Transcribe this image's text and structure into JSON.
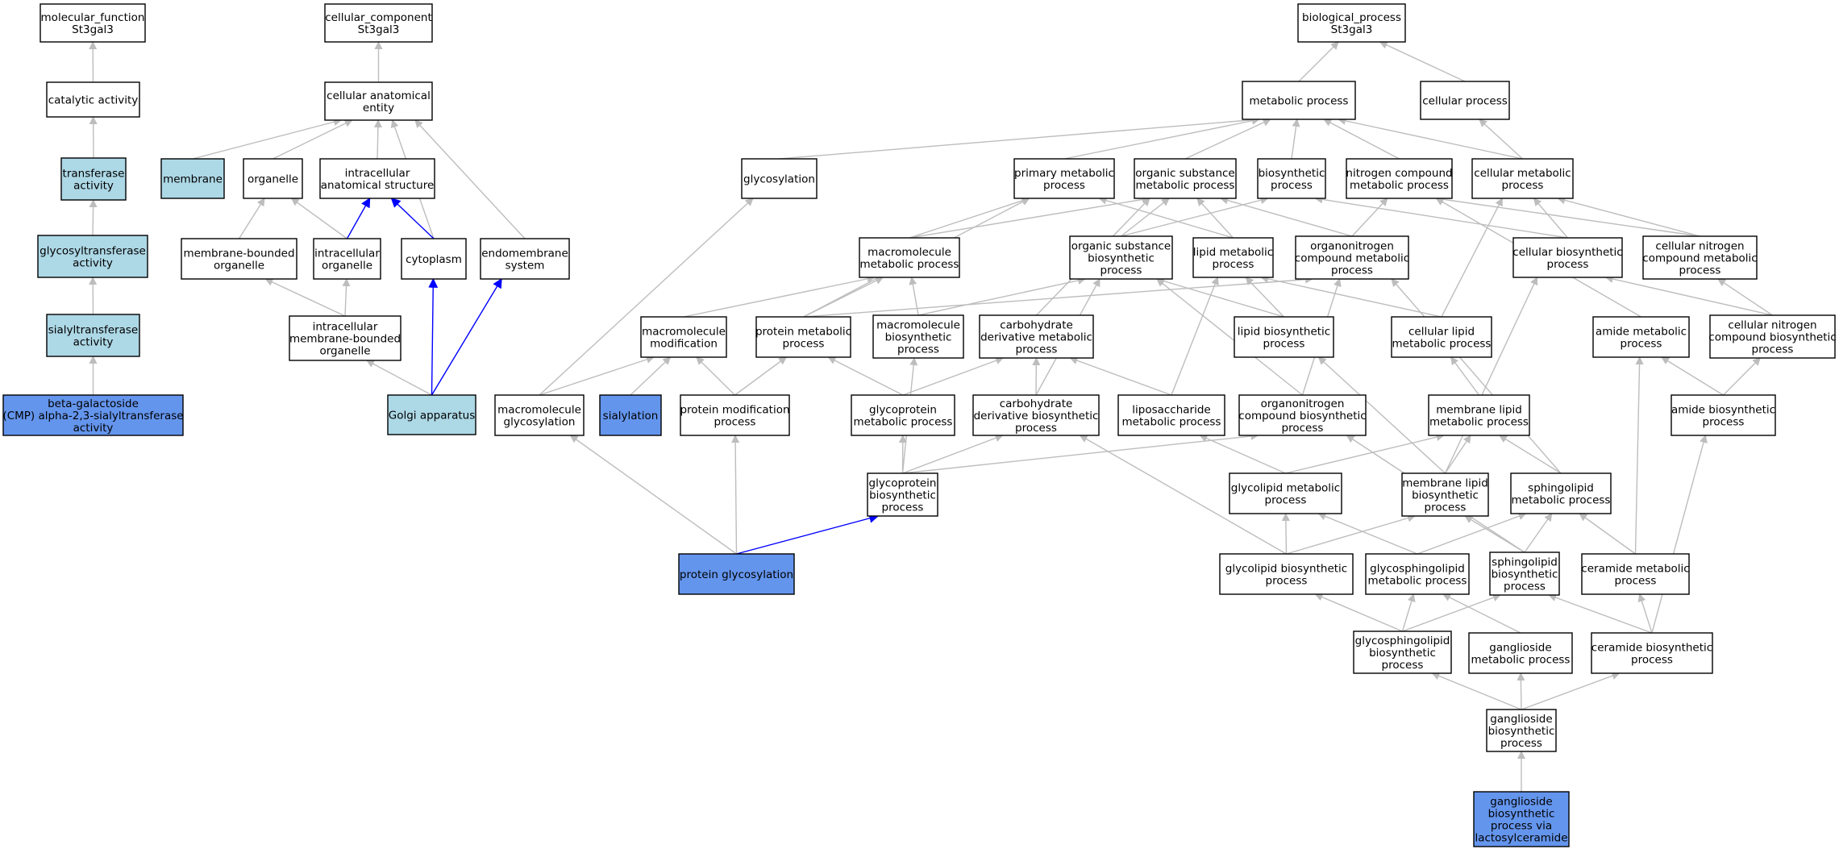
{
  "colors": {
    "plain": "#ffffff",
    "annotated": "#add8e6",
    "direct": "#6495ed",
    "edge": "#bdbdbd",
    "highlight": "#0000ff"
  },
  "nodes": [
    {
      "id": "mf_root",
      "lines": [
        "molecular_function",
        "St3gal3"
      ],
      "style": "plain"
    },
    {
      "id": "catalytic",
      "lines": [
        "catalytic activity"
      ],
      "style": "plain"
    },
    {
      "id": "transferase",
      "lines": [
        "transferase",
        "activity"
      ],
      "style": "annotated"
    },
    {
      "id": "glycosyltransferase",
      "lines": [
        "glycosyltransferase",
        "activity"
      ],
      "style": "annotated"
    },
    {
      "id": "sialyltransferase",
      "lines": [
        "sialyltransferase",
        "activity"
      ],
      "style": "annotated"
    },
    {
      "id": "beta_gal",
      "lines": [
        "beta-galactoside",
        "(CMP) alpha-2,3-sialyltransferase",
        "activity"
      ],
      "style": "direct"
    },
    {
      "id": "cc_root",
      "lines": [
        "cellular_component",
        "St3gal3"
      ],
      "style": "plain"
    },
    {
      "id": "cell_anat",
      "lines": [
        "cellular anatomical",
        "entity"
      ],
      "style": "plain"
    },
    {
      "id": "membrane",
      "lines": [
        "membrane"
      ],
      "style": "annotated"
    },
    {
      "id": "organelle",
      "lines": [
        "organelle"
      ],
      "style": "plain"
    },
    {
      "id": "intracell_anat",
      "lines": [
        "intracellular",
        "anatomical structure"
      ],
      "style": "plain"
    },
    {
      "id": "mem_bound_org",
      "lines": [
        "membrane-bounded",
        "organelle"
      ],
      "style": "plain"
    },
    {
      "id": "intracell_org",
      "lines": [
        "intracellular",
        "organelle"
      ],
      "style": "plain"
    },
    {
      "id": "cytoplasm",
      "lines": [
        "cytoplasm"
      ],
      "style": "plain"
    },
    {
      "id": "endomembrane",
      "lines": [
        "endomembrane",
        "system"
      ],
      "style": "plain"
    },
    {
      "id": "intracell_mbo",
      "lines": [
        "intracellular",
        "membrane-bounded",
        "organelle"
      ],
      "style": "plain"
    },
    {
      "id": "golgi",
      "lines": [
        "Golgi apparatus"
      ],
      "style": "annotated"
    },
    {
      "id": "bp_root",
      "lines": [
        "biological_process",
        "St3gal3"
      ],
      "style": "plain"
    },
    {
      "id": "metabolic",
      "lines": [
        "metabolic process"
      ],
      "style": "plain"
    },
    {
      "id": "cellular_proc",
      "lines": [
        "cellular process"
      ],
      "style": "plain"
    },
    {
      "id": "glycosylation",
      "lines": [
        "glycosylation"
      ],
      "style": "plain"
    },
    {
      "id": "primary_met",
      "lines": [
        "primary metabolic",
        "process"
      ],
      "style": "plain"
    },
    {
      "id": "org_subst_met",
      "lines": [
        "organic substance",
        "metabolic process"
      ],
      "style": "plain"
    },
    {
      "id": "biosynthetic",
      "lines": [
        "biosynthetic",
        "process"
      ],
      "style": "plain"
    },
    {
      "id": "nitrogen_met",
      "lines": [
        "nitrogen compound",
        "metabolic process"
      ],
      "style": "plain"
    },
    {
      "id": "cell_met",
      "lines": [
        "cellular metabolic",
        "process"
      ],
      "style": "plain"
    },
    {
      "id": "macromol_met",
      "lines": [
        "macromolecule",
        "metabolic process"
      ],
      "style": "plain"
    },
    {
      "id": "org_subst_bio",
      "lines": [
        "organic substance",
        "biosynthetic",
        "process"
      ],
      "style": "plain"
    },
    {
      "id": "lipid_met",
      "lines": [
        "lipid metabolic",
        "process"
      ],
      "style": "plain"
    },
    {
      "id": "organonitro_met",
      "lines": [
        "organonitrogen",
        "compound metabolic",
        "process"
      ],
      "style": "plain"
    },
    {
      "id": "cell_bio",
      "lines": [
        "cellular biosynthetic",
        "process"
      ],
      "style": "plain"
    },
    {
      "id": "cell_nitro_met",
      "lines": [
        "cellular nitrogen",
        "compound metabolic",
        "process"
      ],
      "style": "plain"
    },
    {
      "id": "macromol_mod",
      "lines": [
        "macromolecule",
        "modification"
      ],
      "style": "plain"
    },
    {
      "id": "protein_met",
      "lines": [
        "protein metabolic",
        "process"
      ],
      "style": "plain"
    },
    {
      "id": "macromol_bio",
      "lines": [
        "macromolecule",
        "biosynthetic",
        "process"
      ],
      "style": "plain"
    },
    {
      "id": "carb_deriv_met",
      "lines": [
        "carbohydrate",
        "derivative metabolic",
        "process"
      ],
      "style": "plain"
    },
    {
      "id": "lipid_bio",
      "lines": [
        "lipid biosynthetic",
        "process"
      ],
      "style": "plain"
    },
    {
      "id": "cell_lipid_met",
      "lines": [
        "cellular lipid",
        "metabolic process"
      ],
      "style": "plain"
    },
    {
      "id": "amide_met",
      "lines": [
        "amide metabolic",
        "process"
      ],
      "style": "plain"
    },
    {
      "id": "cell_nitro_bio",
      "lines": [
        "cellular nitrogen",
        "compound biosynthetic",
        "process"
      ],
      "style": "plain"
    },
    {
      "id": "macromol_glyco",
      "lines": [
        "macromolecule",
        "glycosylation"
      ],
      "style": "plain"
    },
    {
      "id": "sialylation",
      "lines": [
        "sialylation"
      ],
      "style": "direct"
    },
    {
      "id": "protein_mod",
      "lines": [
        "protein modification",
        "process"
      ],
      "style": "plain"
    },
    {
      "id": "glycoprot_met",
      "lines": [
        "glycoprotein",
        "metabolic process"
      ],
      "style": "plain"
    },
    {
      "id": "carb_deriv_bio",
      "lines": [
        "carbohydrate",
        "derivative biosynthetic",
        "process"
      ],
      "style": "plain"
    },
    {
      "id": "liposacch_met",
      "lines": [
        "liposaccharide",
        "metabolic process"
      ],
      "style": "plain"
    },
    {
      "id": "organonitro_bio",
      "lines": [
        "organonitrogen",
        "compound biosynthetic",
        "process"
      ],
      "style": "plain"
    },
    {
      "id": "mem_lipid_met",
      "lines": [
        "membrane lipid",
        "metabolic process"
      ],
      "style": "plain"
    },
    {
      "id": "amide_bio",
      "lines": [
        "amide biosynthetic",
        "process"
      ],
      "style": "plain"
    },
    {
      "id": "glycoprot_bio",
      "lines": [
        "glycoprotein",
        "biosynthetic",
        "process"
      ],
      "style": "plain"
    },
    {
      "id": "glycolipid_met",
      "lines": [
        "glycolipid metabolic",
        "process"
      ],
      "style": "plain"
    },
    {
      "id": "mem_lipid_bio",
      "lines": [
        "membrane lipid",
        "biosynthetic",
        "process"
      ],
      "style": "plain"
    },
    {
      "id": "sphingolipid_met",
      "lines": [
        "sphingolipid",
        "metabolic process"
      ],
      "style": "plain"
    },
    {
      "id": "protein_glyco",
      "lines": [
        "protein glycosylation"
      ],
      "style": "direct"
    },
    {
      "id": "glycolipid_bio",
      "lines": [
        "glycolipid biosynthetic",
        "process"
      ],
      "style": "plain"
    },
    {
      "id": "glycosphingo_met",
      "lines": [
        "glycosphingolipid",
        "metabolic process"
      ],
      "style": "plain"
    },
    {
      "id": "sphingolipid_bio",
      "lines": [
        "sphingolipid",
        "biosynthetic",
        "process"
      ],
      "style": "plain"
    },
    {
      "id": "ceramide_met",
      "lines": [
        "ceramide metabolic",
        "process"
      ],
      "style": "plain"
    },
    {
      "id": "glycosphingo_bio",
      "lines": [
        "glycosphingolipid",
        "biosynthetic",
        "process"
      ],
      "style": "plain"
    },
    {
      "id": "ganglioside_met",
      "lines": [
        "ganglioside",
        "metabolic process"
      ],
      "style": "plain"
    },
    {
      "id": "ceramide_bio",
      "lines": [
        "ceramide biosynthetic",
        "process"
      ],
      "style": "plain"
    },
    {
      "id": "ganglioside_bio",
      "lines": [
        "ganglioside",
        "biosynthetic",
        "process"
      ],
      "style": "plain"
    },
    {
      "id": "ganglioside_lacto",
      "lines": [
        "ganglioside",
        "biosynthetic",
        "process via",
        "lactosylceramide"
      ],
      "style": "direct"
    }
  ],
  "edges": [
    [
      "catalytic",
      "mf_root"
    ],
    [
      "transferase",
      "catalytic"
    ],
    [
      "glycosyltransferase",
      "transferase"
    ],
    [
      "sialyltransferase",
      "glycosyltransferase"
    ],
    [
      "beta_gal",
      "sialyltransferase"
    ],
    [
      "cell_anat",
      "cc_root"
    ],
    [
      "membrane",
      "cell_anat"
    ],
    [
      "organelle",
      "cell_anat"
    ],
    [
      "intracell_anat",
      "cell_anat"
    ],
    [
      "cytoplasm",
      "cell_anat"
    ],
    [
      "endomembrane",
      "cell_anat"
    ],
    [
      "mem_bound_org",
      "organelle"
    ],
    [
      "intracell_org",
      "organelle"
    ],
    [
      "intracell_mbo",
      "mem_bound_org"
    ],
    [
      "intracell_mbo",
      "intracell_org"
    ],
    [
      "golgi",
      "intracell_mbo"
    ],
    [
      "metabolic",
      "bp_root"
    ],
    [
      "cellular_proc",
      "bp_root"
    ],
    [
      "glycosylation",
      "metabolic"
    ],
    [
      "primary_met",
      "metabolic"
    ],
    [
      "org_subst_met",
      "metabolic"
    ],
    [
      "biosynthetic",
      "metabolic"
    ],
    [
      "nitrogen_met",
      "metabolic"
    ],
    [
      "cell_met",
      "metabolic"
    ],
    [
      "cell_met",
      "cellular_proc"
    ],
    [
      "macromol_met",
      "org_subst_met"
    ],
    [
      "macromol_met",
      "primary_met"
    ],
    [
      "org_subst_bio",
      "org_subst_met"
    ],
    [
      "org_subst_bio",
      "biosynthetic"
    ],
    [
      "lipid_met",
      "org_subst_met"
    ],
    [
      "lipid_met",
      "primary_met"
    ],
    [
      "organonitro_met",
      "org_subst_met"
    ],
    [
      "organonitro_met",
      "nitrogen_met"
    ],
    [
      "cell_bio",
      "biosynthetic"
    ],
    [
      "cell_bio",
      "cell_met"
    ],
    [
      "cell_nitro_met",
      "nitrogen_met"
    ],
    [
      "cell_nitro_met",
      "cell_met"
    ],
    [
      "macromol_mod",
      "macromol_met"
    ],
    [
      "protein_met",
      "macromol_met"
    ],
    [
      "protein_met",
      "primary_met"
    ],
    [
      "protein_met",
      "organonitro_met"
    ],
    [
      "macromol_bio",
      "macromol_met"
    ],
    [
      "macromol_bio",
      "org_subst_bio"
    ],
    [
      "carb_deriv_met",
      "org_subst_met"
    ],
    [
      "lipid_bio",
      "lipid_met"
    ],
    [
      "lipid_bio",
      "org_subst_bio"
    ],
    [
      "cell_lipid_met",
      "lipid_met"
    ],
    [
      "cell_lipid_met",
      "cell_met"
    ],
    [
      "amide_met",
      "nitrogen_met"
    ],
    [
      "cell_nitro_bio",
      "cell_nitro_met"
    ],
    [
      "cell_nitro_bio",
      "cell_bio"
    ],
    [
      "macromol_glyco",
      "glycosylation"
    ],
    [
      "macromol_glyco",
      "macromol_mod"
    ],
    [
      "sialylation",
      "macromol_mod"
    ],
    [
      "protein_mod",
      "macromol_mod"
    ],
    [
      "protein_mod",
      "protein_met"
    ],
    [
      "glycoprot_met",
      "protein_met"
    ],
    [
      "glycoprot_met",
      "carb_deriv_met"
    ],
    [
      "carb_deriv_bio",
      "carb_deriv_met"
    ],
    [
      "carb_deriv_bio",
      "org_subst_bio"
    ],
    [
      "liposacch_met",
      "carb_deriv_met"
    ],
    [
      "liposacch_met",
      "lipid_met"
    ],
    [
      "organonitro_bio",
      "organonitro_met"
    ],
    [
      "organonitro_bio",
      "org_subst_bio"
    ],
    [
      "mem_lipid_met",
      "cell_lipid_met"
    ],
    [
      "amide_bio",
      "amide_met"
    ],
    [
      "amide_bio",
      "cell_nitro_bio"
    ],
    [
      "glycoprot_bio",
      "glycoprot_met"
    ],
    [
      "glycoprot_bio",
      "carb_deriv_bio"
    ],
    [
      "glycoprot_bio",
      "macromol_bio"
    ],
    [
      "glycoprot_bio",
      "organonitro_bio"
    ],
    [
      "glycolipid_met",
      "liposacch_met"
    ],
    [
      "glycolipid_met",
      "mem_lipid_met"
    ],
    [
      "mem_lipid_bio",
      "mem_lipid_met"
    ],
    [
      "mem_lipid_bio",
      "lipid_bio"
    ],
    [
      "mem_lipid_bio",
      "cell_bio"
    ],
    [
      "sphingolipid_met",
      "mem_lipid_met"
    ],
    [
      "sphingolipid_met",
      "organonitro_met"
    ],
    [
      "protein_glyco",
      "macromol_glyco"
    ],
    [
      "protein_glyco",
      "protein_mod"
    ],
    [
      "glycolipid_bio",
      "glycolipid_met"
    ],
    [
      "glycolipid_bio",
      "carb_deriv_bio"
    ],
    [
      "glycolipid_bio",
      "mem_lipid_bio"
    ],
    [
      "glycosphingo_met",
      "glycolipid_met"
    ],
    [
      "glycosphingo_met",
      "sphingolipid_met"
    ],
    [
      "sphingolipid_bio",
      "sphingolipid_met"
    ],
    [
      "sphingolipid_bio",
      "mem_lipid_bio"
    ],
    [
      "sphingolipid_bio",
      "organonitro_bio"
    ],
    [
      "ceramide_met",
      "sphingolipid_met"
    ],
    [
      "ceramide_met",
      "amide_met"
    ],
    [
      "glycosphingo_bio",
      "glycolipid_bio"
    ],
    [
      "glycosphingo_bio",
      "glycosphingo_met"
    ],
    [
      "glycosphingo_bio",
      "sphingolipid_bio"
    ],
    [
      "ganglioside_met",
      "glycosphingo_met"
    ],
    [
      "ceramide_bio",
      "ceramide_met"
    ],
    [
      "ceramide_bio",
      "sphingolipid_bio"
    ],
    [
      "ceramide_bio",
      "amide_bio"
    ],
    [
      "ganglioside_bio",
      "glycosphingo_bio"
    ],
    [
      "ganglioside_bio",
      "ganglioside_met"
    ],
    [
      "ganglioside_bio",
      "ceramide_bio"
    ],
    [
      "ganglioside_lacto",
      "ganglioside_bio"
    ]
  ],
  "highlight_edges": [
    [
      "intracell_org",
      "intracell_anat"
    ],
    [
      "cytoplasm",
      "intracell_anat"
    ],
    [
      "golgi",
      "cytoplasm"
    ],
    [
      "golgi",
      "endomembrane"
    ],
    [
      "protein_glyco",
      "glycoprot_bio"
    ]
  ]
}
